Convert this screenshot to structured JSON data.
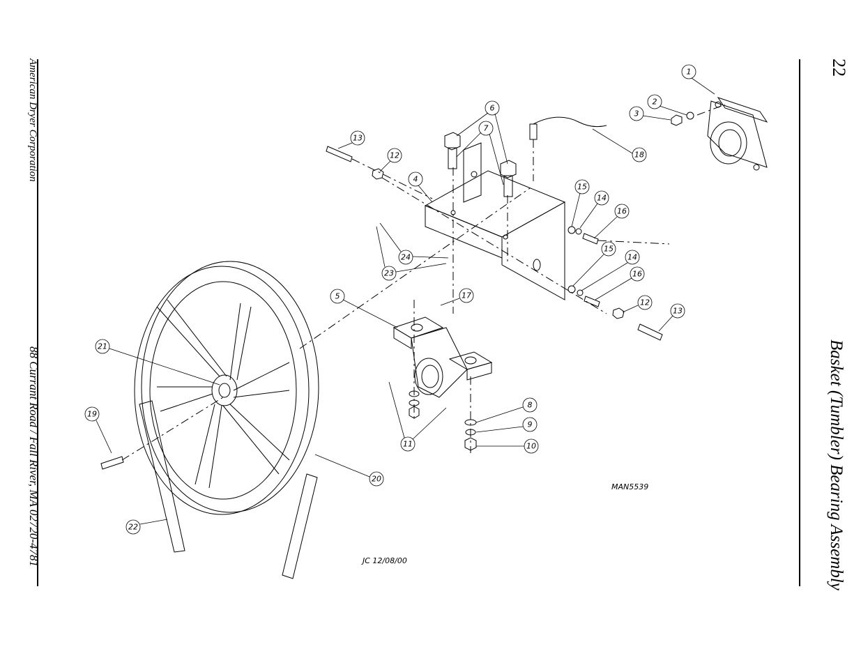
{
  "header": {
    "company": "American Dryer Corporation",
    "address": "88 Currant Road / Fall River, MA 02720-4781",
    "page_number": "22",
    "title": "Basket (Tumbler) Bearing Assembly"
  },
  "drawing": {
    "drawing_number": "MAN5539",
    "drafter_note": "JC 12/08/00",
    "callouts": [
      "1",
      "2",
      "3",
      "4",
      "5",
      "6",
      "7",
      "8",
      "9",
      "10",
      "11",
      "12",
      "13",
      "14",
      "15",
      "16",
      "17",
      "18",
      "19",
      "20",
      "21",
      "22",
      "23",
      "24",
      "12",
      "13",
      "14",
      "15",
      "16",
      "23",
      "24",
      "6",
      "7",
      "11"
    ]
  }
}
